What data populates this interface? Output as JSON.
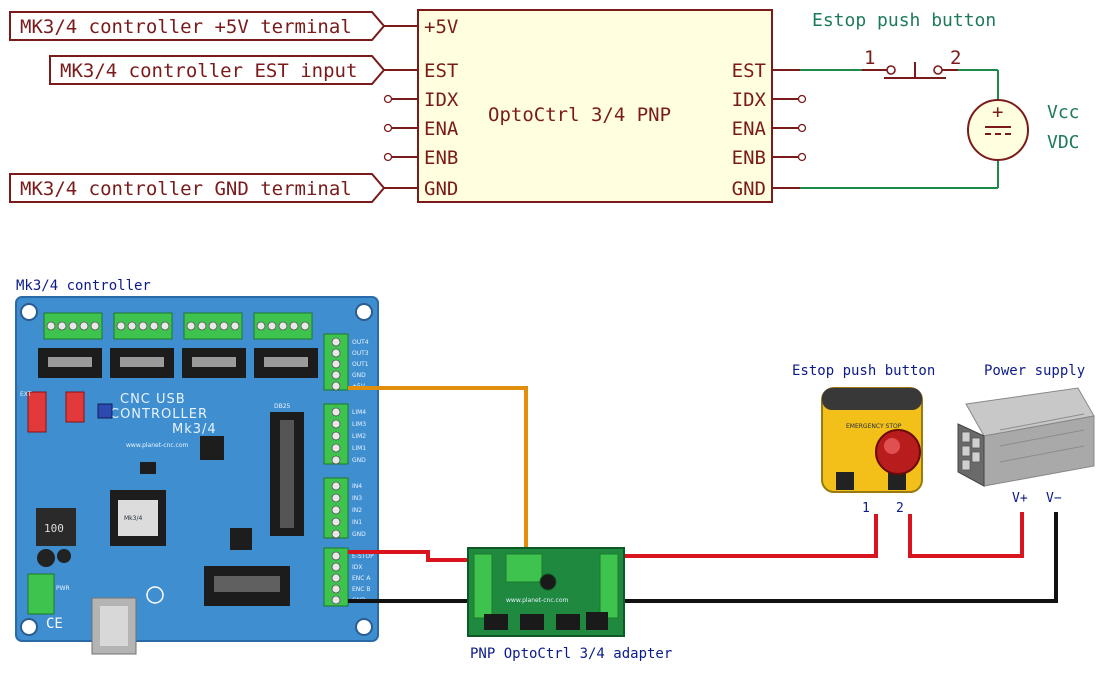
{
  "schematic": {
    "chip_title": "OptoCtrl 3/4 PNP",
    "left_pins": [
      "+5V",
      "EST",
      "IDX",
      "ENA",
      "ENB",
      "GND"
    ],
    "right_pins": [
      "EST",
      "IDX",
      "ENA",
      "ENB",
      "GND"
    ],
    "net_labels": [
      "MK3/4 controller +5V terminal",
      "MK3/4 controller EST input",
      "MK3/4 controller GND terminal"
    ],
    "estop_title": "Estop push button",
    "switch_pin_1": "1",
    "switch_pin_2": "2",
    "vcc_label": "Vcc",
    "vdc_label": "VDC",
    "battery_plus": "+"
  },
  "photo": {
    "controller_label": "Mk3/4 controller",
    "estop_label": "Estop push button",
    "power_supply_label": "Power supply",
    "adapter_label": "PNP OptoCtrl 3/4 adapter",
    "button_pin_1": "1",
    "button_pin_2": "2",
    "psu_vplus": "V+",
    "psu_vminus": "V−",
    "board_brand_line1": "CNC USB",
    "board_brand_line2": "CONTROLLER",
    "board_model": "Mk3/4",
    "board_site": "www.planet-cnc.com",
    "board_chip": "Mk3/4",
    "board_pwr": "PWR",
    "board_ext": "EXT",
    "board_db": "DB25",
    "board_out_labels": [
      "OUT4",
      "OUT3",
      "OUT1",
      "GND",
      "+5V"
    ],
    "board_limit_labels": [
      "LIM4",
      "LIM3",
      "LIM2",
      "LIM1",
      "GND"
    ],
    "board_input_labels": [
      "IN4",
      "IN3",
      "IN2",
      "IN1",
      "GND"
    ],
    "board_ctrl_labels": [
      "E-STOP",
      "IDX",
      "ENC A",
      "ENC B",
      "GND"
    ],
    "estop_cap_text": "EMERGENCY STOP",
    "adapter_text": "www.planet-cnc.com",
    "colors": {
      "schematic_wire": "#7a1a1a",
      "schematic_green": "#1e7a5a",
      "chip_fill": "#ffffe0",
      "pcb_blue": "#3f8fd0",
      "wire_red": "#d8141e",
      "wire_orange": "#e08e0b",
      "wire_black": "#111111"
    }
  }
}
